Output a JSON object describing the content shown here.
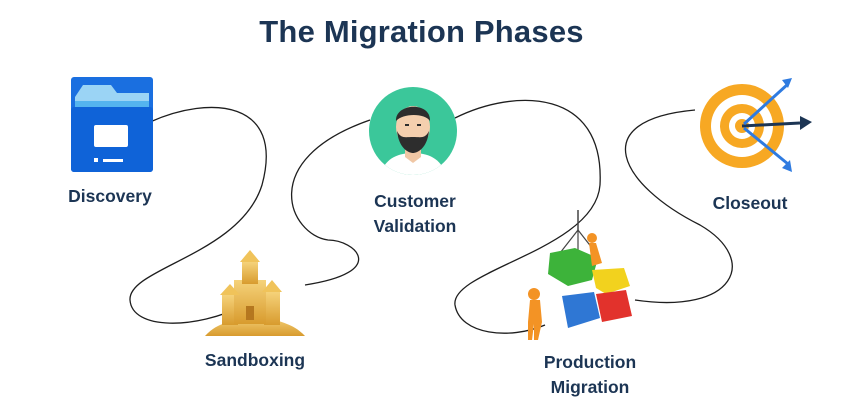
{
  "title": "The Migration Phases",
  "phases": [
    {
      "label": "Discovery",
      "icon": "file-cabinet-icon"
    },
    {
      "label": "Sandboxing",
      "icon": "sandcastle-icon"
    },
    {
      "label": "Customer\nValidation",
      "icon": "customer-avatar-icon"
    },
    {
      "label": "Production\nMigration",
      "icon": "puzzle-crane-icon"
    },
    {
      "label": "Closeout",
      "icon": "target-arrows-icon"
    }
  ],
  "colors": {
    "title": "#1c3554",
    "folder_blue": "#1a6fe0",
    "avatar_green": "#3bc79a",
    "target_orange": "#f7a823",
    "arrow_navy": "#1c3554"
  }
}
